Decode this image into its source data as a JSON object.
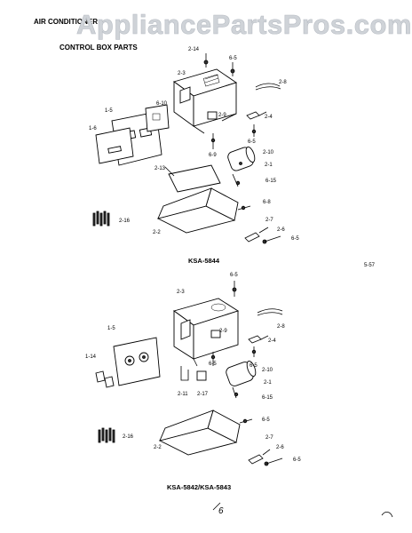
{
  "watermark": "AppliancePartsPros.com",
  "header": {
    "section_title": "AIR CONDITIONER",
    "subtitle": "CONTROL BOX PARTS"
  },
  "diagram_top": {
    "model_caption": "KSA-5844",
    "callouts": [
      "2-14",
      "6-5",
      "2-3",
      "2-8",
      "2-4",
      "6-5",
      "2-9",
      "6-10",
      "1-5",
      "1-6",
      "6-9",
      "2-10",
      "2-1",
      "2-13",
      "6-15",
      "6-8",
      "2-16",
      "2-7",
      "2-6",
      "6-5",
      "2-2"
    ]
  },
  "diagram_bottom": {
    "model_caption": "KSA-5842/KSA-5843",
    "callouts": [
      "6-5",
      "2-3",
      "2-8",
      "1-5",
      "2-4",
      "2-9",
      "6-5",
      "1-14",
      "6-5",
      "2-10",
      "2-1",
      "2-11",
      "2-17",
      "6-15",
      "6-5",
      "2-16",
      "2-7",
      "2-2",
      "2-6",
      "6-5"
    ]
  },
  "page_marks": {
    "side_note": "5-57",
    "footer_mark": "6"
  }
}
